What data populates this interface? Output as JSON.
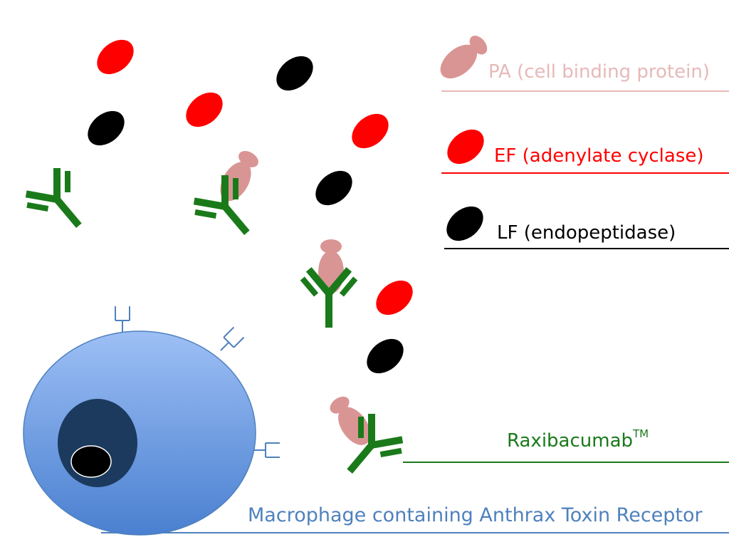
{
  "colors": {
    "pa": "#d99594",
    "ef": "#ff0000",
    "lf": "#000000",
    "antibody": "#1a7a1a",
    "receptor": "#4f81bd",
    "macrophage_top": "#95b8f0",
    "macrophage_bottom": "#4a80d0",
    "nucleus": "#1b3a5e",
    "label_line_pa": "#e6b9b8",
    "label_line_mac": "#4f81bd"
  },
  "legend": {
    "pa": {
      "label": "PA (cell binding protein)"
    },
    "ef": {
      "label": "EF (adenylate cyclase)"
    },
    "lf": {
      "label": "LF (endopeptidase)"
    }
  },
  "raxibacumab": {
    "label": "Raxibacumab",
    "superscript": "TM"
  },
  "macrophage": {
    "label": "Macrophage containing Anthrax Toxin Receptor"
  }
}
